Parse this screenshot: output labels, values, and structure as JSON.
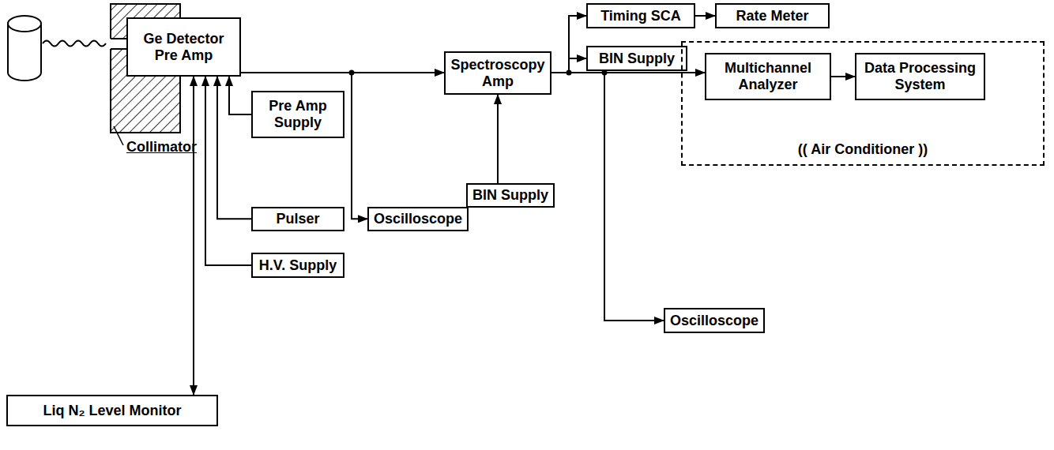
{
  "diagram": {
    "nodes": [
      {
        "text": [
          "Ge Detector Pre Amp"
        ]
      },
      {
        "text": [
          "Pre Amp Supply"
        ]
      },
      {
        "text": [
          "Pulser"
        ]
      },
      {
        "text": [
          "H.V. Supply"
        ]
      },
      {
        "text": [
          "Liq N₂ Level Monitor"
        ]
      },
      {
        "text": [
          "Oscilloscope"
        ]
      },
      {
        "text": [
          "Spectroscopy Amp"
        ]
      },
      {
        "text": [
          "BIN Supply"
        ]
      },
      {
        "text": [
          "Timing SCA"
        ]
      },
      {
        "text": [
          "Rate Meter"
        ]
      },
      {
        "text": [
          "BIN Supply"
        ]
      },
      {
        "text": [
          "(( Air Conditioner ))"
        ]
      },
      {
        "text": [
          "Multichannel Analyzer"
        ],
        "in": 11
      },
      {
        "text": [
          "Data Processing System"
        ],
        "in": 11
      },
      {
        "text": [
          "Oscilloscope"
        ]
      }
    ],
    "edges": [
      {
        "from": 1,
        "to": 0,
        "arrow": "to"
      },
      {
        "from": 2,
        "to": 0,
        "arrow": "to"
      },
      {
        "from": 3,
        "to": 0,
        "arrow": "to"
      },
      {
        "from": 0,
        "to": 4,
        "arrow": "both"
      },
      {
        "from": 0,
        "to": 6,
        "arrow": "to"
      },
      {
        "from": 0,
        "to": 5,
        "arrow": "to"
      },
      {
        "from": 7,
        "to": 6,
        "arrow": "to"
      },
      {
        "from": 6,
        "to": 8,
        "arrow": "to"
      },
      {
        "from": 6,
        "to": 10,
        "arrow": "to"
      },
      {
        "from": 6,
        "to": 12,
        "arrow": "to"
      },
      {
        "from": 6,
        "to": 14,
        "arrow": "to"
      },
      {
        "from": 8,
        "to": 9,
        "arrow": "to"
      },
      {
        "from": 12,
        "to": 13,
        "arrow": "to"
      }
    ],
    "labels": [
      "Collimator"
    ]
  }
}
